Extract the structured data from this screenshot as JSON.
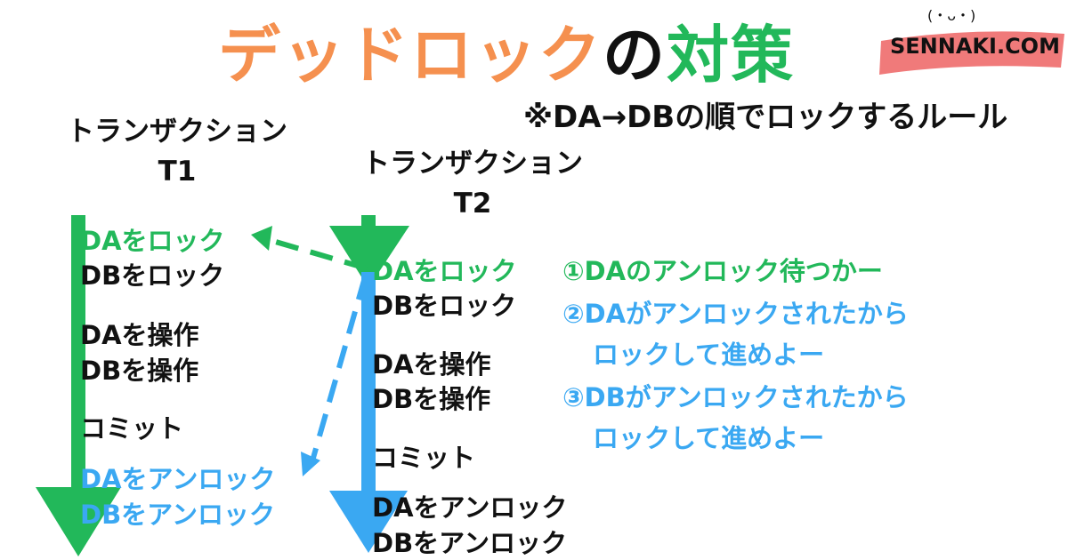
{
  "title": {
    "part1": "デッドロック",
    "part2": "の",
    "part3": "対策"
  },
  "subtitle": "※DA→DBの順でロックするルール",
  "logo": {
    "text": "SENNAKI.COM",
    "face": "(・ᴗ・)"
  },
  "t1": {
    "label_line1": "トランザクション",
    "label_line2": "T1",
    "steps": [
      "DAをロック",
      "DBをロック",
      "DAを操作",
      "DBを操作",
      "コミット",
      "DAをアンロック",
      "DBをアンロック"
    ]
  },
  "t2": {
    "label_line1": "トランザクション",
    "label_line2": "T2",
    "steps": [
      "DAをロック",
      "DBをロック",
      "DAを操作",
      "DBを操作",
      "コミット",
      "DAをアンロック",
      "DBをアンロック"
    ]
  },
  "notes": [
    "①DAのアンロック待つかー",
    "②DAがアンロックされたから",
    "ロックして進めよー",
    "③DBがアンロックされたから",
    "ロックして進めよー"
  ],
  "colors": {
    "orange": "#f5904f",
    "green": "#22b85a",
    "blue": "#3aa8f2",
    "pink": "#f07a7a",
    "black": "#111111"
  }
}
